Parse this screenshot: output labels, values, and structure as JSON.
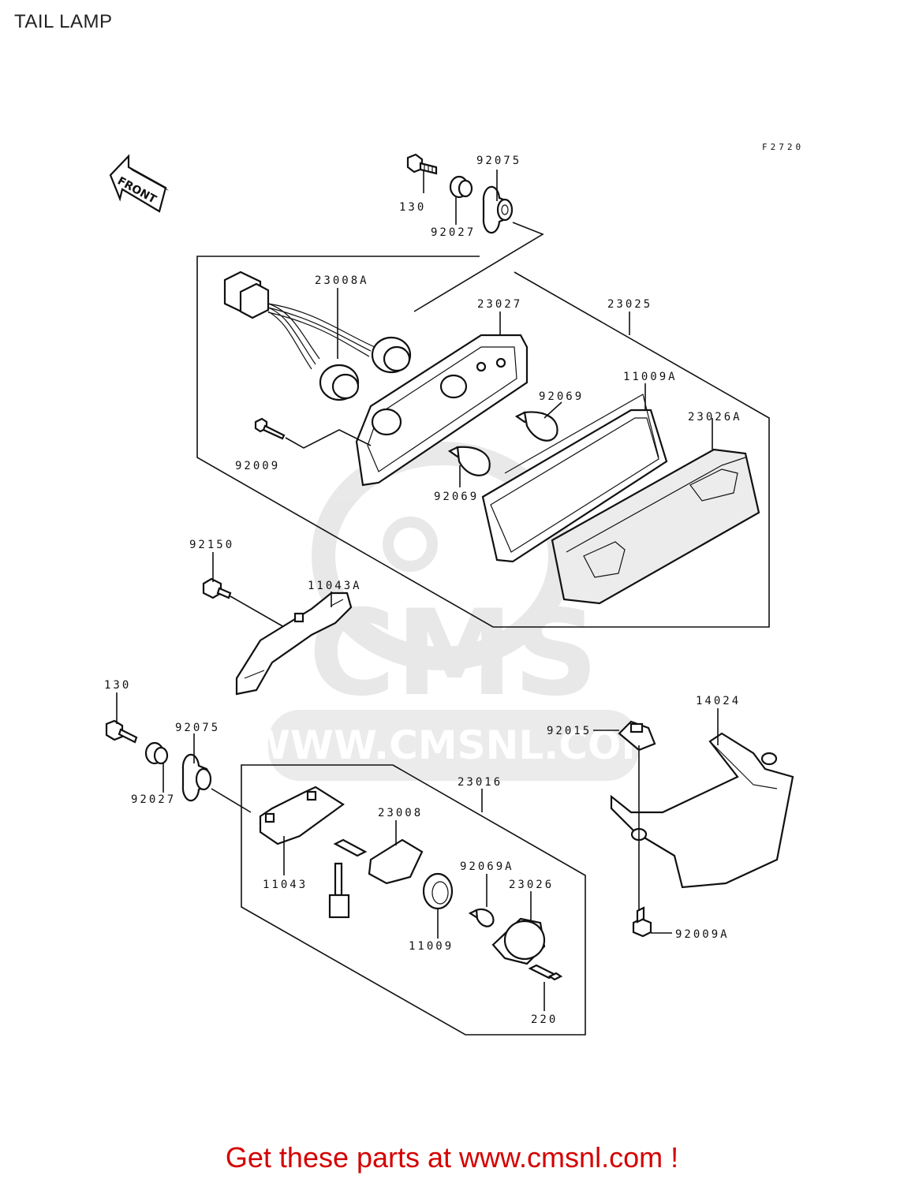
{
  "header": {
    "title": "TAIL LAMP"
  },
  "diagram": {
    "figure_code": "F2720",
    "front_arrow_label": "FRONT",
    "watermark": {
      "brand": "CMS",
      "url": "WWW.CMSNL.COM"
    },
    "callouts": [
      "92075",
      "130",
      "92027",
      "23008A",
      "23027",
      "23025",
      "11009A",
      "92069",
      "23026A",
      "92009",
      "92069",
      "92150",
      "11043A",
      "130",
      "92075",
      "14024",
      "92015",
      "92027",
      "23016",
      "23008",
      "11043",
      "92069A",
      "23026",
      "11009",
      "92009A",
      "220"
    ]
  },
  "footer": {
    "cta": "Get these parts at www.cmsnl.com !",
    "cta_color": "#d40000"
  }
}
